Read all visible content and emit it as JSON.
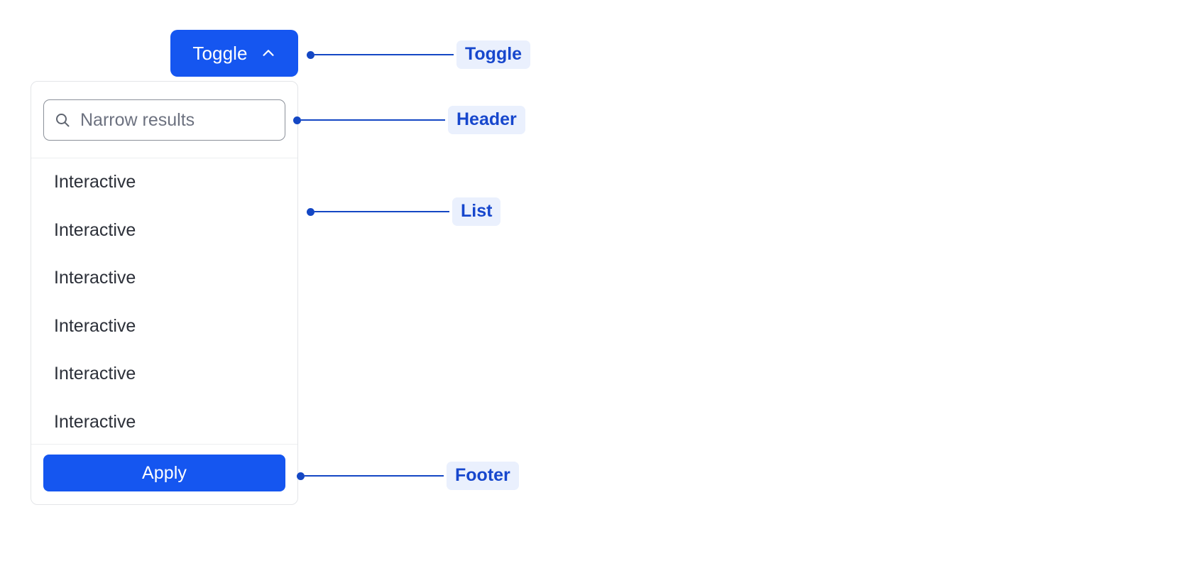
{
  "toggle": {
    "label": "Toggle",
    "icon": "chevron-up-icon"
  },
  "dropdown": {
    "header": {
      "search": {
        "icon": "search-icon",
        "placeholder": "Narrow results",
        "value": ""
      }
    },
    "list": {
      "items": [
        {
          "label": "Interactive"
        },
        {
          "label": "Interactive"
        },
        {
          "label": "Interactive"
        },
        {
          "label": "Interactive"
        },
        {
          "label": "Interactive"
        },
        {
          "label": "Interactive"
        }
      ]
    },
    "footer": {
      "apply_label": "Apply"
    }
  },
  "annotations": [
    {
      "id": "toggle",
      "label": "Toggle"
    },
    {
      "id": "header",
      "label": "Header"
    },
    {
      "id": "list",
      "label": "List"
    },
    {
      "id": "footer",
      "label": "Footer"
    }
  ],
  "colors": {
    "primary": "#1556f0",
    "annotation_line": "#1447c4",
    "annotation_badge_bg": "#eaf0fd",
    "annotation_badge_text": "#1747cd",
    "panel_border": "#e3e5e8",
    "list_text": "#2c3039",
    "placeholder_text": "#6d7280",
    "page_background": "#ffffff"
  }
}
